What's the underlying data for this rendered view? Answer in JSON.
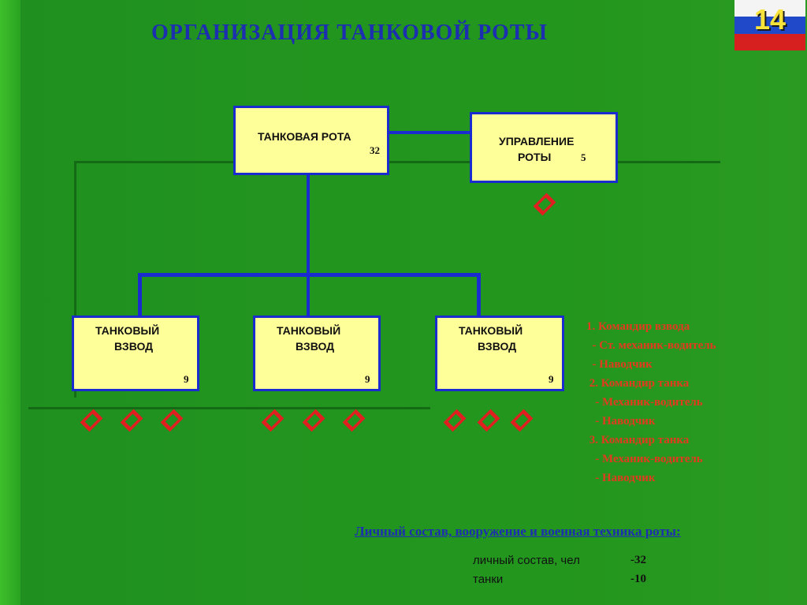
{
  "title": "ОРГАНИЗАЦИЯ ТАНКОВОЙ РОТЫ",
  "slide_number": "14",
  "company": {
    "label": "ТАНКОВАЯ РОТА",
    "count": "32"
  },
  "management": {
    "label_line1": "УПРАВЛЕНИЕ",
    "label_line2": "РОТЫ",
    "count": "5"
  },
  "platoons": [
    {
      "label_line1": "ТАНКОВЫЙ",
      "label_line2": "ВЗВОД",
      "count": "9"
    },
    {
      "label_line1": "ТАНКОВЫЙ",
      "label_line2": "ВЗВОД",
      "count": "9"
    },
    {
      "label_line1": "ТАНКОВЫЙ",
      "label_line2": "ВЗВОД",
      "count": "9"
    }
  ],
  "positions": [
    "1. Командир взвода",
    "  - Ст. механик-водитель",
    "  - Наводчик",
    " 2. Командир танка",
    "   - Механик-водитель",
    "   - Наводчик",
    " 3. Командир танка",
    "   - Механик-водитель",
    "   - Наводчик"
  ],
  "summary": {
    "title": "Личный состав, вооружение и военная техника роты:",
    "rows": [
      {
        "label": "личный состав, чел",
        "value": "-32"
      },
      {
        "label": "танки",
        "value": "-10"
      }
    ]
  },
  "colors": {
    "box_fill": "#ffff99",
    "box_border": "#1a2bd0",
    "diamond": "#e02020",
    "positions_text": "#e23b1e",
    "title": "#1c2fb0"
  }
}
